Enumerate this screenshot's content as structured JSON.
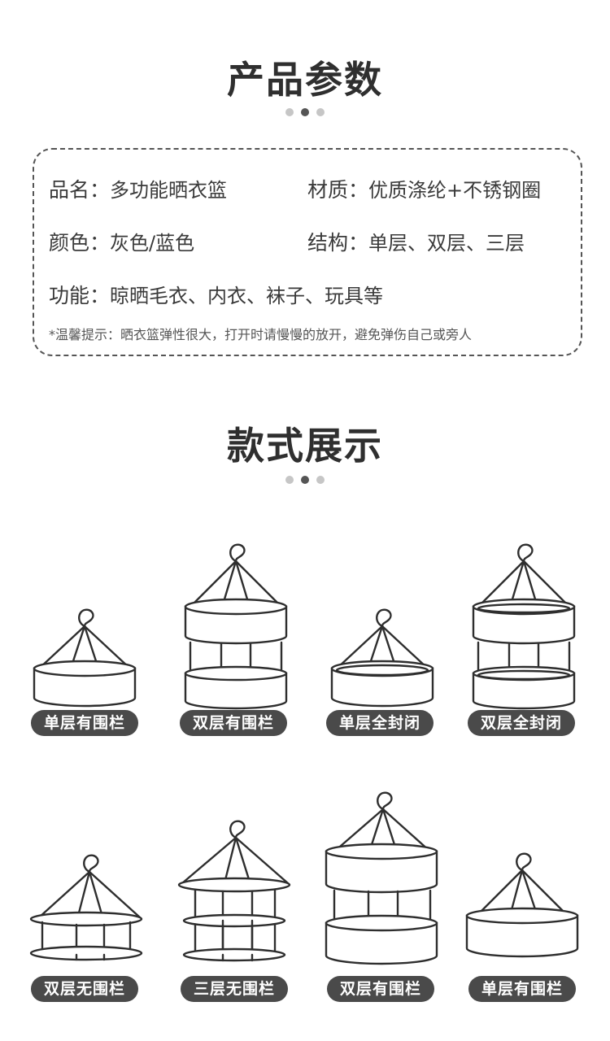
{
  "section1": {
    "title": "产品参数"
  },
  "params": {
    "name": {
      "key": "品名：",
      "value": "多功能晒衣篮"
    },
    "material": {
      "key": "材质：",
      "value": "优质涤纶+不锈钢圈"
    },
    "color": {
      "key": "颜色：",
      "value": "灰色/蓝色"
    },
    "structure": {
      "key": "结构：",
      "value": "单层、双层、三层"
    },
    "function": {
      "key": "功能：",
      "value": "晾晒毛衣、内衣、袜子、玩具等"
    },
    "tip": "*温馨提示：晒衣篮弹性很大，打开时请慢慢的放开，避免弹伤自己或旁人"
  },
  "section2": {
    "title": "款式展示"
  },
  "styles": [
    {
      "label": "单层有围栏",
      "icon": "single-layer-fenced-basket-icon"
    },
    {
      "label": "双层有围栏",
      "icon": "double-layer-fenced-basket-icon"
    },
    {
      "label": "单层全封闭",
      "icon": "single-layer-enclosed-basket-icon"
    },
    {
      "label": "双层全封闭",
      "icon": "double-layer-enclosed-basket-icon"
    },
    {
      "label": "双层无围栏",
      "icon": "double-layer-open-basket-icon"
    },
    {
      "label": "三层无围栏",
      "icon": "triple-layer-open-basket-icon"
    },
    {
      "label": "双层有围栏",
      "icon": "double-layer-fenced-basket-icon"
    },
    {
      "label": "单层有围栏",
      "icon": "single-layer-fenced-basket-icon"
    }
  ]
}
